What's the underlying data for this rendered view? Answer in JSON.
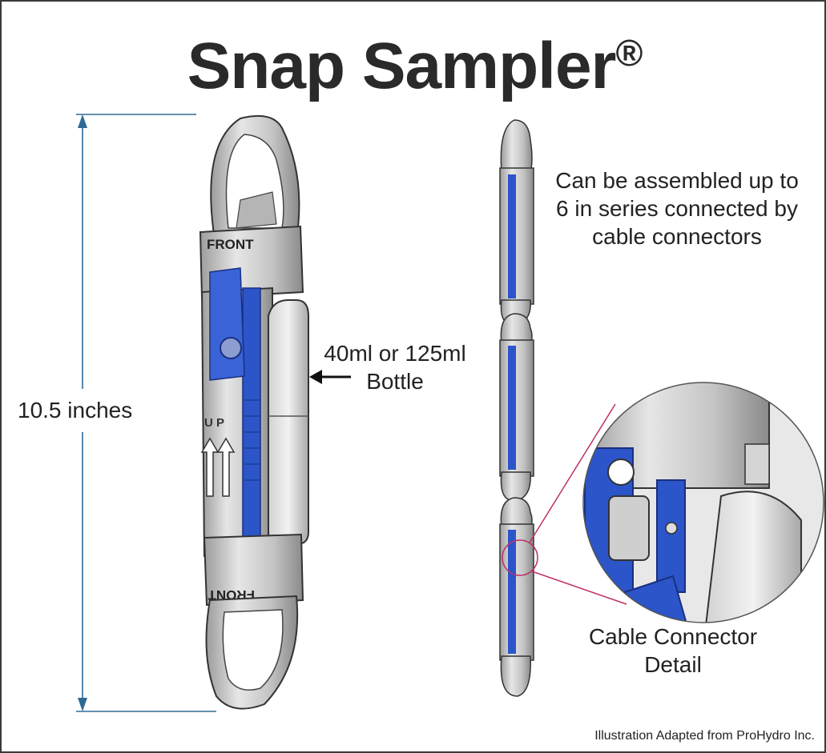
{
  "title": "Snap Sampler",
  "title_mark": "®",
  "dimension_label": "10.5 inches",
  "bottle_label": "40ml or 125ml Bottle",
  "series_label": "Can be assembled up to 6 in series connected by cable connectors",
  "detail_label": "Cable Connector Detail",
  "front_label": "FRONT",
  "up_label": "U P",
  "credit": "Illustration Adapted from ProHydro Inc.",
  "colors": {
    "gray": "#c9c9c9",
    "dark": "#3a3a3a",
    "blue": "#2b55c8",
    "dimension": "#2e6b94",
    "callout": "#c0306a"
  }
}
